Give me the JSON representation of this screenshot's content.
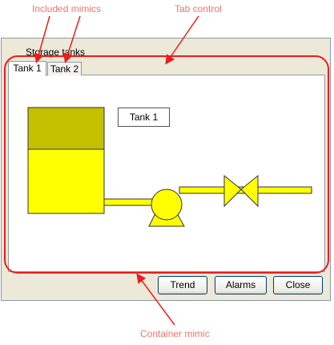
{
  "annotations": {
    "included_mimics": "Included mimics",
    "tab_control": "Tab control",
    "container_mimic": "Container mimic"
  },
  "window": {
    "title": "Storage tanks",
    "tabs": [
      {
        "label": "Tank 1",
        "active": true
      },
      {
        "label": "Tank 2",
        "active": false
      }
    ],
    "tank_label": "Tank 1",
    "buttons": {
      "trend": "Trend",
      "alarms": "Alarms",
      "close": "Close"
    }
  },
  "colors": {
    "annotation": "#f0746a",
    "highlight_outline": "#ee1c1c",
    "tank_fill": "#ffff00",
    "tank_top": "#c4c000",
    "pipe": "#ffff00"
  },
  "icons": [
    "pump-icon",
    "valve-icon",
    "tank-icon"
  ]
}
